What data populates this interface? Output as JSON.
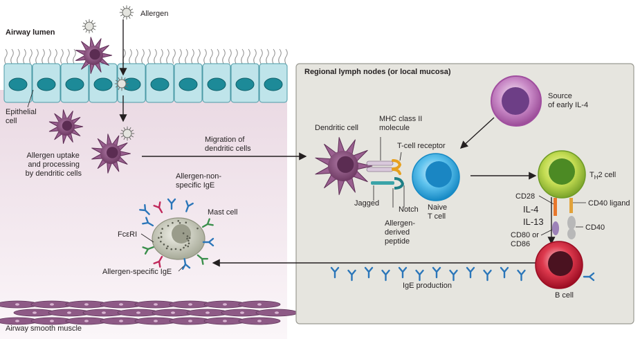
{
  "labels": {
    "allergen": "Allergen",
    "airway_lumen": "Airway lumen",
    "epithelial_cell": [
      "Epithelial",
      "cell"
    ],
    "allergen_uptake": [
      "Allergen uptake",
      "and processing",
      "by dendritic cells"
    ],
    "migration": [
      "Migration of",
      "dendritic cells"
    ],
    "allergen_non_specific_ige": [
      "Allergen-non-",
      "specific IgE"
    ],
    "mast_cell": "Mast cell",
    "fceri": "FcεRI",
    "allergen_specific_ige": "Allergen-specific IgE",
    "airway_smooth_muscle": "Airway smooth muscle",
    "regional_lymph_nodes": "Regional lymph nodes (or local mucosa)",
    "dendritic_cell": "Dendritic cell",
    "mhc_class_ii": [
      "MHC class II",
      "molecule"
    ],
    "t_cell_receptor": "T-cell receptor",
    "source_early_il4": [
      "Source",
      "of early IL-4"
    ],
    "th2_cell_main": "T",
    "th2_cell_sub": "H",
    "th2_cell_rest": "2 cell",
    "cd28": "CD28",
    "cd40_ligand": "CD40 ligand",
    "il4": "IL-4",
    "il13": "IL-13",
    "cd40": "CD40",
    "cd80_cd86": [
      "CD80 or",
      "CD86"
    ],
    "jagged": "Jagged",
    "notch": "Notch",
    "naive_t_cell": [
      "Naive",
      "T cell"
    ],
    "allergen_derived_peptide": [
      "Allergen-",
      "derived",
      "peptide"
    ],
    "ige_production": "IgE production",
    "b_cell": "B cell"
  },
  "colors": {
    "epithelium": "#bfe4ea",
    "nucleus": "#1d8a98",
    "dendritic": "#8a4f7d",
    "lymph_box": "#e6e5df",
    "th2_green": "#9bc53d",
    "naive_blue": "#2aa5df",
    "b_cell_red": "#c8102e",
    "il4_purple": "#8e4c9d",
    "ige": "#2b76b9"
  }
}
